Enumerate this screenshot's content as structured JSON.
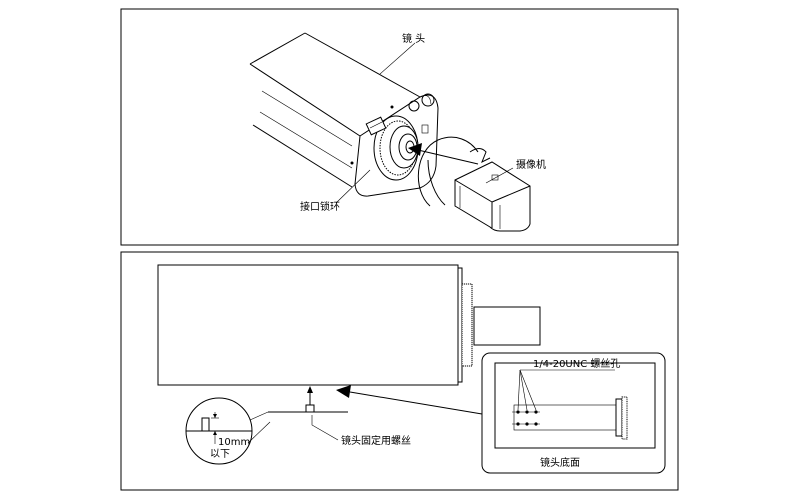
{
  "top_panel": {
    "labels": {
      "lens": "镜 头",
      "camera": "摄像机",
      "mount_ring": "接口锁环"
    }
  },
  "bottom_panel": {
    "labels": {
      "screw_hole": "1/4-20UNC 螺丝孔",
      "lens_bottom": "镜头底面",
      "fix_screw": "镜头固定用螺丝",
      "dim_value": "10mm",
      "dim_below": "以下"
    }
  }
}
